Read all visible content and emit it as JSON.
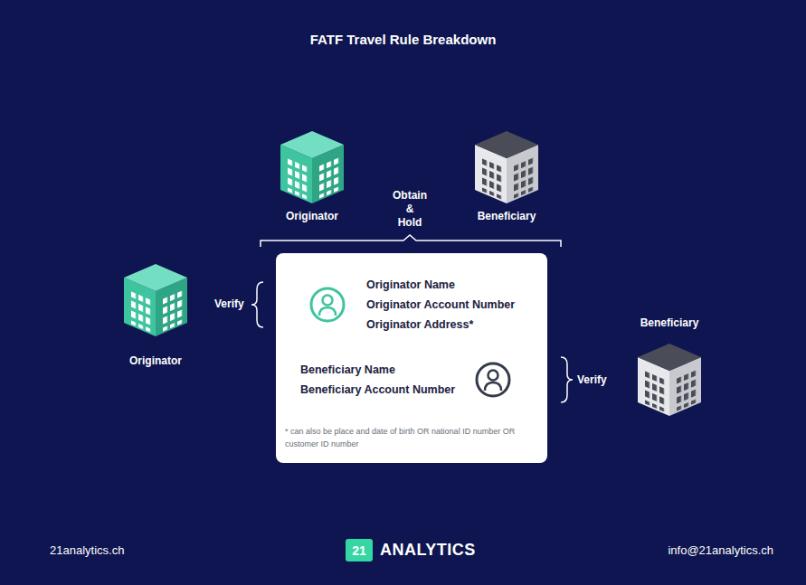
{
  "diagram": {
    "title": "FATF Travel Rule Breakdown",
    "nodes": [
      {
        "text": [
          "Originator"
        ]
      },
      {
        "text": [
          "Beneficiary"
        ]
      },
      {
        "text": [
          "Originator Name",
          "Originator Account Number",
          "Originator Address*",
          "Beneficiary Name",
          "Beneficiary Account Number",
          "* can also be place and date of birth OR national ID number OR customer ID number"
        ]
      },
      {
        "text": [
          "Originator"
        ]
      },
      {
        "text": [
          "Beneficiary"
        ]
      },
      {
        "text": [
          "21"
        ]
      }
    ],
    "labels": [
      "Obtain & Hold",
      "Verify",
      "Verify",
      "21analytics.ch",
      "ANALYTICS",
      "info@21analytics.ch"
    ]
  }
}
